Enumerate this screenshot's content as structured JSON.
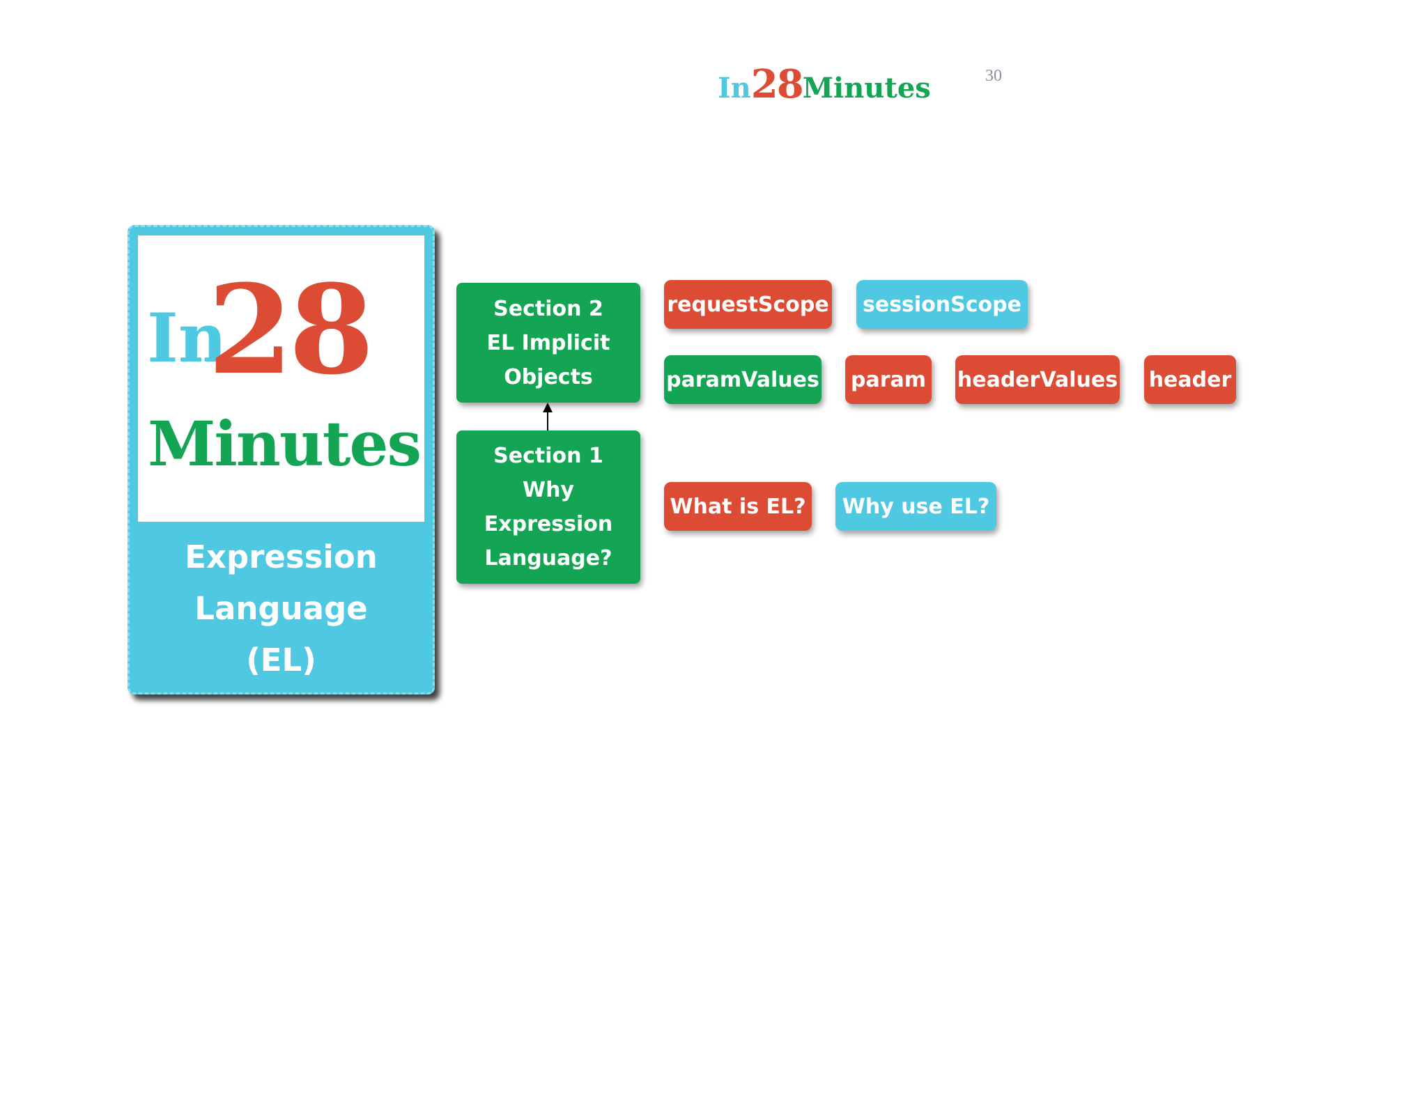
{
  "header": {
    "logo": {
      "in": "In",
      "num": "28",
      "minutes": "Minutes"
    },
    "page_number": "30"
  },
  "cover": {
    "logo": {
      "in": "In",
      "num": "28",
      "minutes": "Minutes"
    },
    "title_lines": [
      "Expression",
      "Language",
      "(EL)"
    ]
  },
  "sections": {
    "section2": {
      "lines": [
        "Section 2",
        "EL Implicit",
        "Objects"
      ]
    },
    "section1": {
      "lines": [
        "Section 1",
        "Why",
        "Expression",
        "Language?"
      ]
    }
  },
  "topics": {
    "request_scope": "requestScope",
    "session_scope": "sessionScope",
    "param_values": "paramValues",
    "param": "param",
    "header_values": "headerValues",
    "header": "header",
    "what_is_el": "What is EL?",
    "why_use_el": "Why use EL?"
  },
  "colors": {
    "brand_blue": "#4ec9e1",
    "brand_red": "#dc4b33",
    "brand_green": "#13a554"
  }
}
